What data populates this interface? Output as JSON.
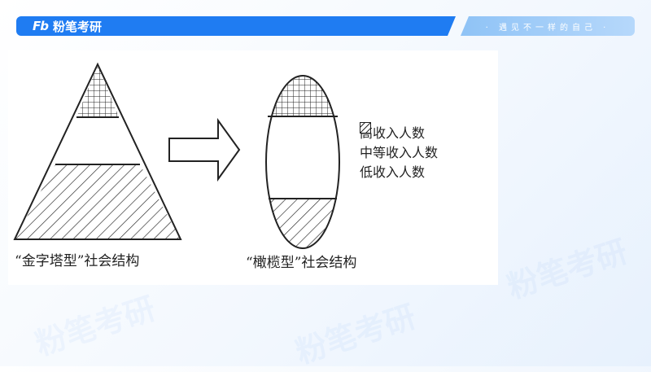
{
  "header": {
    "logo_mark": "Fb",
    "brand": "粉笔考研",
    "slogan": "· 遇见不一样的自己 ·"
  },
  "figure": {
    "pyramid_caption": "“金字塔型”社会结构",
    "olive_caption": "“橄榄型”社会结构",
    "legend": [
      {
        "key": "high",
        "label": "高收入人数"
      },
      {
        "key": "middle",
        "label": "中等收入人数"
      },
      {
        "key": "low",
        "label": "低收入人数"
      }
    ]
  },
  "watermarks": [
    "粉笔考研",
    "粉笔考研",
    "粉笔考研"
  ]
}
